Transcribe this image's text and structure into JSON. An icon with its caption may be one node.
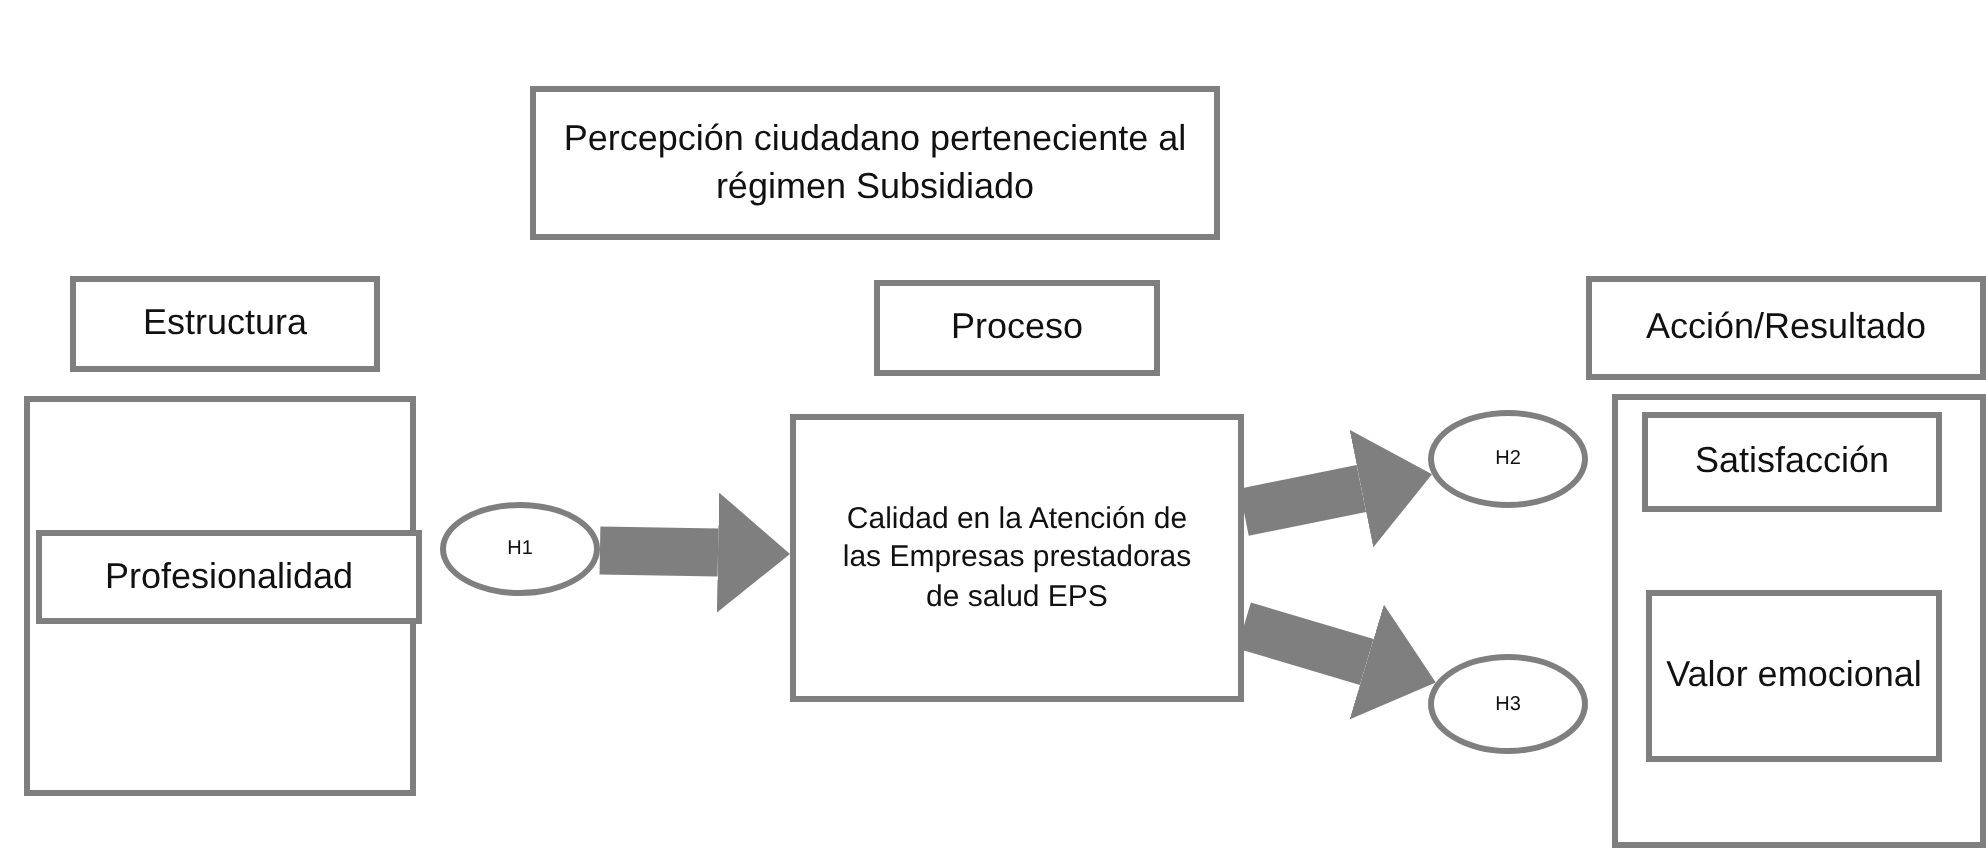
{
  "diagram": {
    "nodes": [
      {
        "text": [
          "Percepción ciudadano perteneciente al régimen Subsidiado"
        ]
      },
      {
        "text": [
          "Estructura"
        ]
      },
      {
        "text": [],
        "shape": "box"
      },
      {
        "text": [
          "Profesionalidad"
        ],
        "in": 2
      },
      {
        "text": [
          "H1"
        ]
      },
      {
        "text": [
          "Proceso"
        ]
      },
      {
        "text": [
          "Calidad en la Atención de las Empresas prestadoras de salud EPS"
        ]
      },
      {
        "text": [
          "H2"
        ]
      },
      {
        "text": [
          "H3"
        ]
      },
      {
        "text": [
          "Acción/Resultado"
        ]
      },
      {
        "text": [],
        "shape": "box"
      },
      {
        "text": [
          "Satisfacción"
        ],
        "in": 10
      },
      {
        "text": [
          "Valor emocional"
        ],
        "in": 10
      }
    ],
    "edges": [
      {
        "from": 4,
        "to": 6,
        "arrow": "to"
      },
      {
        "from": 6,
        "to": 7,
        "arrow": "to"
      },
      {
        "from": 6,
        "to": 8,
        "arrow": "to"
      }
    ]
  }
}
